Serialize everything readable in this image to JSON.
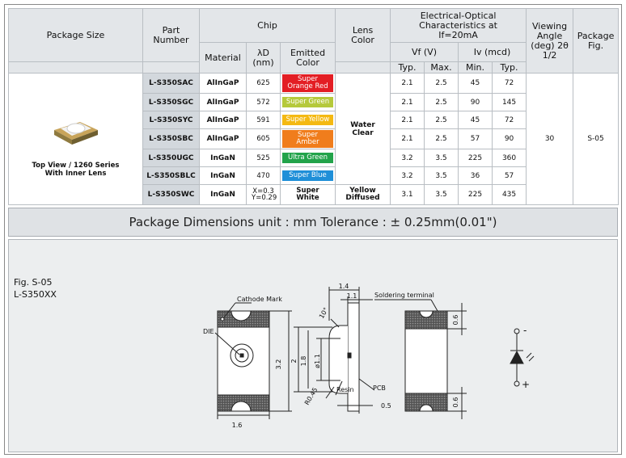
{
  "headers": {
    "package_size": "Package Size",
    "part_number": "Part Number",
    "chip": "Chip",
    "lens_color": "Lens Color",
    "electro_optical": "Electrical-Optical Characteristics at If=20mA",
    "viewing_angle": "Viewing Angle (deg) 2θ 1/2",
    "package_fig": "Package Fig.",
    "material": "Material",
    "wavelength": "λD (nm)",
    "emitted_color": "Emitted Color",
    "vf": "Vf (V)",
    "iv": "Iv (mcd)",
    "typ": "Typ.",
    "max": "Max.",
    "min": "Min.",
    "typ2": "Typ."
  },
  "package_caption": "Top View / 1260 Series With Inner Lens",
  "lens": {
    "clear": "Water Clear",
    "diffused": "Yellow Diffused"
  },
  "viewing_angle_value": "30",
  "package_fig_value": "S-05",
  "rows": [
    {
      "part": "L-S350SAC",
      "material": "AlInGaP",
      "wl": "625",
      "color": "Super Orange Red",
      "hex": "#e31e24",
      "vf_typ": "2.1",
      "vf_max": "2.5",
      "iv_min": "45",
      "iv_typ": "72"
    },
    {
      "part": "L-S350SGC",
      "material": "AlInGaP",
      "wl": "572",
      "color": "Super Green",
      "hex": "#b5c93b",
      "vf_typ": "2.1",
      "vf_max": "2.5",
      "iv_min": "90",
      "iv_typ": "145"
    },
    {
      "part": "L-S350SYC",
      "material": "AlInGaP",
      "wl": "591",
      "color": "Super Yellow",
      "hex": "#f4b913",
      "vf_typ": "2.1",
      "vf_max": "2.5",
      "iv_min": "45",
      "iv_typ": "72"
    },
    {
      "part": "L-S350SBC",
      "material": "AlInGaP",
      "wl": "605",
      "color": "Super Amber",
      "hex": "#f07d1c",
      "vf_typ": "2.1",
      "vf_max": "2.5",
      "iv_min": "57",
      "iv_typ": "90"
    },
    {
      "part": "L-S350UGC",
      "material": "InGaN",
      "wl": "525",
      "color": "Ultra Green",
      "hex": "#22a34a",
      "vf_typ": "3.2",
      "vf_max": "3.5",
      "iv_min": "225",
      "iv_typ": "360"
    },
    {
      "part": "L-S350SBLC",
      "material": "InGaN",
      "wl": "470",
      "color": "Super Blue",
      "hex": "#1f8fd8",
      "vf_typ": "3.2",
      "vf_max": "3.5",
      "iv_min": "36",
      "iv_typ": "57"
    },
    {
      "part": "L-S350SWC",
      "material": "InGaN",
      "wl": "X=0.3 Y=0.29",
      "color": "Super White",
      "hex": "#ffffff",
      "vf_typ": "3.1",
      "vf_max": "3.5",
      "iv_min": "225",
      "iv_typ": "435"
    }
  ],
  "dimensions_bar": "Package Dimensions   unit : mm  Tolerance : ± 0.25mm(0.01\")",
  "figure": {
    "fig_label": "Fig. S-05",
    "model_label": "L-S350XX",
    "cathode_mark": "Cathode Mark",
    "die": "DIE",
    "resin": "Resin",
    "pcb": "PCB",
    "soldering_terminal": "Soldering terminal",
    "dim_1_6": "1.6",
    "dim_3_2": "3.2",
    "dim_2": "2",
    "dim_1_8": "1.8",
    "dim_phi_1_1": "ø1.1",
    "dim_r0_45": "R0.45",
    "dim_10": "10°",
    "dim_1_4": "1.4",
    "dim_1_1": "1.1",
    "dim_0_5": "0.5",
    "dim_0_6a": "0.6",
    "dim_0_6b": "0.6",
    "minus": "-",
    "plus": "+"
  }
}
